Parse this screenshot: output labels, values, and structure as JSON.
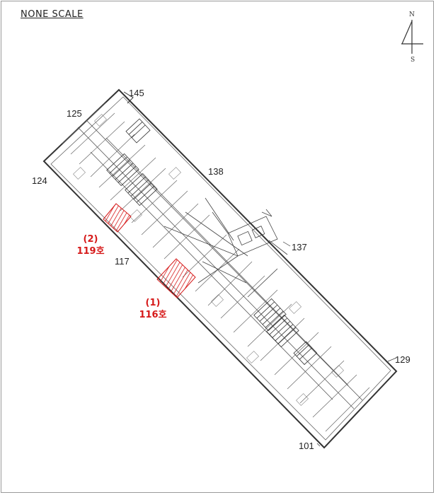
{
  "scale_note": "NONE SCALE",
  "compass": {
    "north": "N",
    "south": "S",
    "icon": "north-arrow-icon"
  },
  "unit_labels": {
    "u145": "145",
    "u125": "125",
    "u124": "124",
    "u138": "138",
    "u137": "137",
    "u117": "117",
    "u129": "129",
    "u101": "101"
  },
  "highlights": [
    {
      "number": "(2)",
      "name": "119호"
    },
    {
      "number": "(1)",
      "name": "116호"
    }
  ],
  "colors": {
    "highlight": "#d61a1a",
    "linework": "#333333",
    "frame": "#9a9a9a"
  }
}
